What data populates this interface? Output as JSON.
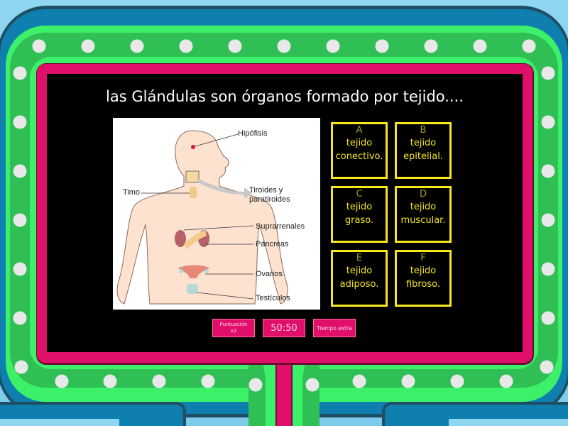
{
  "question": {
    "text": "las Glándulas son órganos formado por tejido...."
  },
  "image": {
    "description": "Diagrama del sistema endocrino humano",
    "labels": {
      "hipofisis": "Hipófisis",
      "timo": "Timo",
      "tiroides": "Tiroides y",
      "tiroides2": "paratiroides",
      "suprarrenales": "Suprarrenales",
      "pancreas": "Páncreas",
      "ovarios": "Ovarios",
      "testiculos": "Testículos"
    }
  },
  "answers": [
    {
      "letter": "A",
      "line1": "tejido",
      "line2": "conectivo."
    },
    {
      "letter": "B",
      "line1": "tejido",
      "line2": "epitelial."
    },
    {
      "letter": "C",
      "line1": "tejido",
      "line2": "graso."
    },
    {
      "letter": "D",
      "line1": "tejido",
      "line2": "muscular."
    },
    {
      "letter": "E",
      "line1": "tejido",
      "line2": "adiposo."
    },
    {
      "letter": "F",
      "line1": "tejido",
      "line2": "fibroso."
    }
  ],
  "powerups": {
    "double_score_line1": "Puntuación",
    "double_score_line2": "x2",
    "fifty_fifty": "50:50",
    "extra_time": "Tiempo extra"
  },
  "colors": {
    "frame_pink": "#e0106a",
    "bulb_band": "#2fbf55",
    "bulb_band_light": "#3df06a",
    "outer_blue": "#0e7fae",
    "answer_yellow": "#f6e51f",
    "screen": "#000000"
  }
}
